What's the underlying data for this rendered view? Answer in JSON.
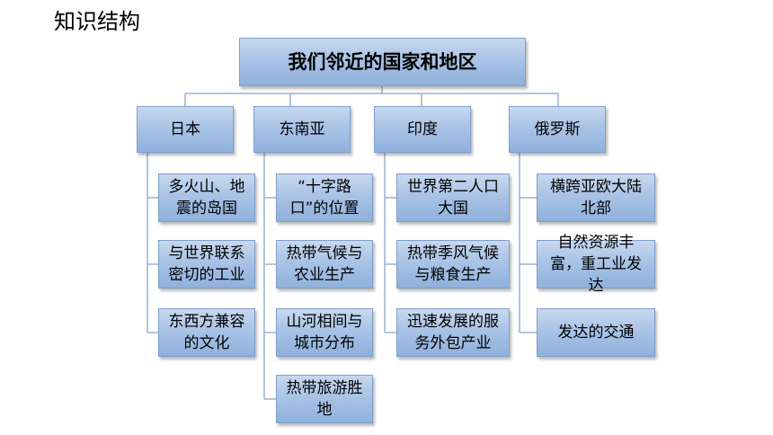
{
  "page_title": "知识结构",
  "root": "我们邻近的国家和地区",
  "categories": [
    {
      "label": "日本",
      "items": [
        "多火山、地震的岛国",
        "与世界联系密切的工业",
        "东西方兼容的文化"
      ]
    },
    {
      "label": "东南亚",
      "items": [
        "“十字路口”的位置",
        "热带气候与农业生产",
        "山河相间与城市分布",
        "热带旅游胜地"
      ]
    },
    {
      "label": "印度",
      "items": [
        "世界第二人口大国",
        "热带季风气候与粮食生产",
        "迅速发展的服务外包产业"
      ]
    },
    {
      "label": "俄罗斯",
      "items": [
        "横跨亚欧大陆北部",
        "自然资源丰富，重工业发达",
        "发达的交通"
      ]
    }
  ]
}
